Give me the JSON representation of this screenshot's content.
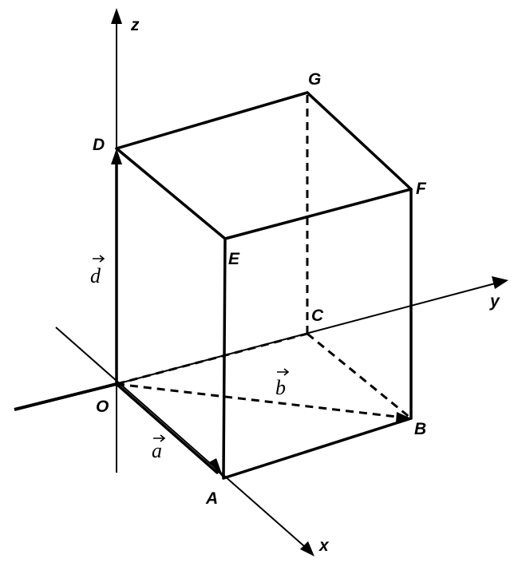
{
  "points": {
    "O": "O",
    "A": "A",
    "B": "B",
    "C": "C",
    "D": "D",
    "E": "E",
    "F": "F",
    "G": "G"
  },
  "axes": {
    "x": "x",
    "y": "y",
    "z": "z"
  },
  "vectors": {
    "a": "a",
    "b": "b",
    "d": "d"
  }
}
